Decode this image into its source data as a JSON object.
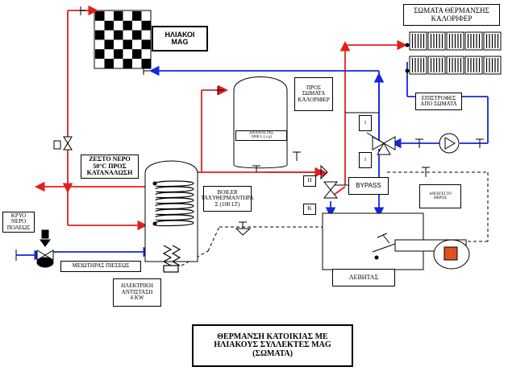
{
  "title": "ΘΕΡΜΑΝΣΗ ΚΑΤΟΙΚΙΑΣ ΜΕ\nΗΛΙΑΚΟΥΣ ΣΥΛΛΕΚΤΕΣ MAG\n(ΣΩΜΑΤΑ)",
  "labels": {
    "solar_collectors": "ΗΛΙΑΚΟΙ\nMAG",
    "radiators": "ΣΩΜΑΤΑ ΘΕΡΜΑΝΣΗΣ\nΚΑΛΟΡΙΦΕΡ",
    "to_radiators": "ΠΡΟΣ\nΣΩΜΑΤΑ\nΚΑΛΟΡΙΦΕΡ",
    "return_from_radiators": "ΕΠΙΣΤΡΟΦΕΣ\nΑΠΟ ΣΩΜΑΤΑ",
    "buffer_tank": "ΔΑΧΑΝΣΤΑΣ\n1000 L (.ε.χ)",
    "hot_water": "ΖΕΣΤΟ ΝΕΡΟ\n50°C ΠΡΟΣ\nΚΑΤΑΝΑΛΩΣΗ",
    "cold_water": "ΚΡΥΟ\nΝΕΡΟ\nΠΟΛΕΩΣ",
    "pressure_reducer": "ΜΕΙΩΤΗΡΑΣ ΠΙΕΣΕΩΣ",
    "boiler": "BOILER\nΤΑΧΥΘΕΡΜΑΝΤΗΡΑ\nΣ (100 LT)",
    "electric_heater": "ΗΛΕΚΤΡΙΚΗ\nΑΝΤΙΣΤΑΣΗ\n4 KW",
    "bypass": "BYPASS",
    "boiler_burner": "ΛΕΒΗΤΑΣ",
    "h_valve": "H",
    "k_valve": "K",
    "i_upper": "I",
    "i_lower": "I",
    "vent_note": "ΑΝΟΙΓΕΙ ΤΟ\nΘΕΡΟΣ"
  },
  "colors": {
    "hot_line": "#e0201f",
    "cold_line": "#1428d8",
    "burner_square": "#e0521d",
    "ink": "#000000"
  },
  "icons": [
    "valve-icon",
    "pump-icon",
    "coil-icon",
    "heater-element-icon",
    "radiator-icon",
    "three-way-valve-icon"
  ]
}
